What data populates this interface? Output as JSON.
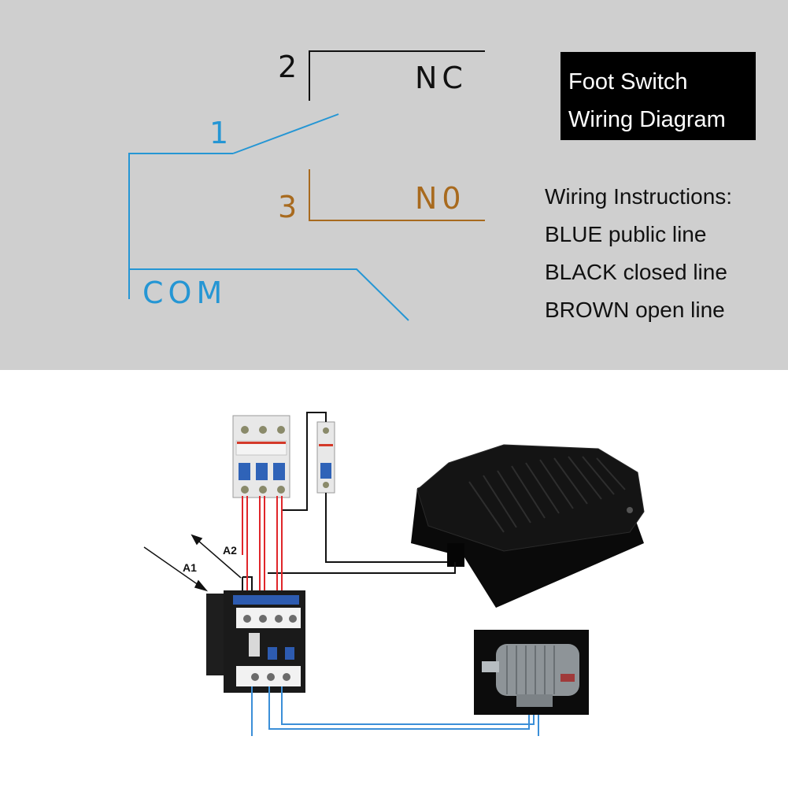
{
  "colors": {
    "background_top": "#cfcfcf",
    "blue": "#2596d4",
    "black": "#111111",
    "brown": "#a86a1e",
    "red_wire": "#e0262a",
    "blue_wire": "#3b8fd8"
  },
  "schematic": {
    "terminal_2": "2",
    "nc_label": "NC",
    "terminal_1": "1",
    "terminal_3": "3",
    "no_label": "N0",
    "com_label": "COM"
  },
  "title": {
    "line1": "Foot Switch",
    "line2": "Wiring Diagram"
  },
  "instructions": {
    "heading": "Wiring Instructions:",
    "blue": "BLUE public line",
    "black": "BLACK closed line",
    "brown": "BROWN open line"
  },
  "wiring_photo": {
    "label_a1": "A1",
    "label_a2": "A2",
    "components": [
      "breaker-3-pole-icon",
      "breaker-1-pole-icon",
      "contactor-icon",
      "foot-pedal-icon",
      "motor-icon"
    ]
  }
}
